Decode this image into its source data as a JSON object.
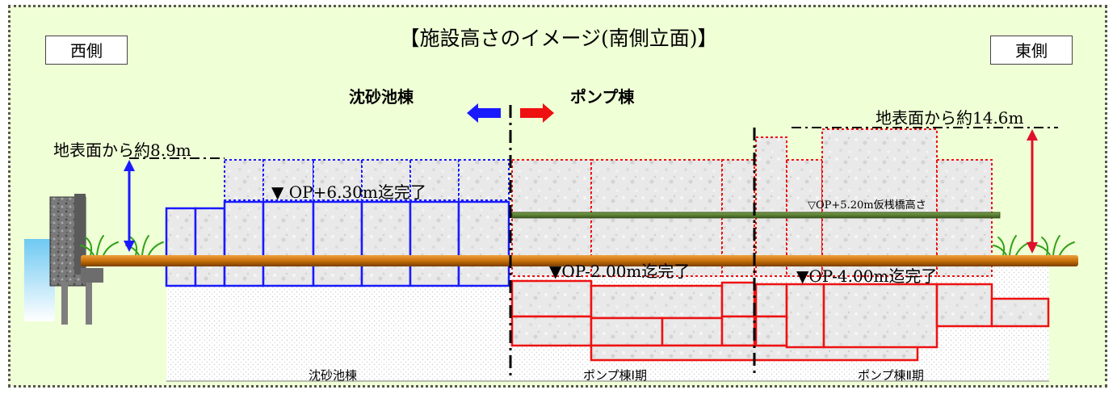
{
  "title": "【施設高さのイメージ(南側立面)】",
  "side_west": "西側",
  "side_east": "東側",
  "building_left": "沈砂池棟",
  "building_right": "ポンプ棟",
  "height_left": "地表面から約8.9m",
  "height_right": "地表面から約14.6m",
  "level_op630": "▼ OP+6.30m迄完了",
  "level_op520": "▽OP+5.20m仮桟橋高さ",
  "level_op200": "▼OP-2.00m迄完了",
  "level_op400": "▼OP-4.00m迄完了",
  "section_1": "沈砂池棟",
  "section_2": "ポンプ棟Ⅰ期",
  "section_3": "ポンプ棟Ⅱ期",
  "colors": {
    "background": "#efffd6",
    "completed_left": "#1a1aff",
    "completed_right": "#ee1111",
    "ground": "#c8700a",
    "temp_bridge": "#5a7f32"
  }
}
